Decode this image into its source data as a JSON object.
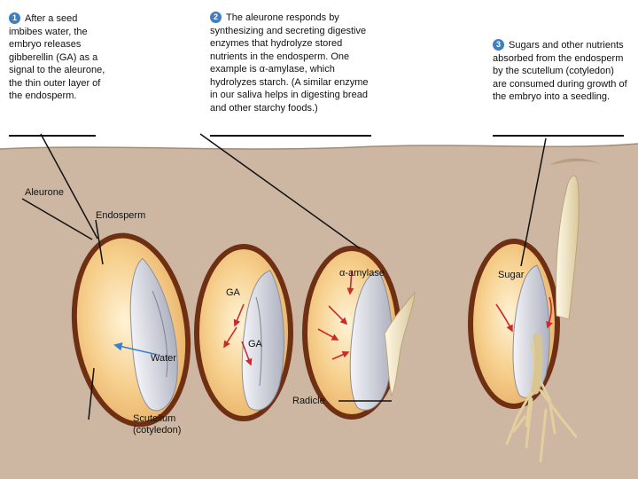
{
  "callouts": [
    {
      "number": "1",
      "text": "After a seed imbibes water, the embryo releases gibberellin (GA) as a signal to the aleurone, the thin outer layer of the endosperm."
    },
    {
      "number": "2",
      "text": "The aleurone responds by synthesizing and secreting digestive enzymes that hydrolyze stored nutrients in the endosperm. One example is α-amylase, which hydrolyzes starch. (A similar enzyme in our saliva helps in digesting bread and other starchy foods.)"
    },
    {
      "number": "3",
      "text": "Sugars and other nutrients absorbed from the endosperm by the scutellum (cotyledon) are consumed during growth of the embryo into a seedling."
    }
  ],
  "labels": {
    "aleurone": "Aleurone",
    "endosperm": "Endosperm",
    "water": "Water",
    "scutellum": "Scutellum (cotyledon)",
    "ga_1": "GA",
    "ga_2": "GA",
    "amylase": "α-amylase",
    "radicle": "Radicle",
    "sugar": "Sugar"
  },
  "colors": {
    "soil": "#cdb7a2",
    "seed_coat": "#6e2f12",
    "endosperm": "#f6cf8c",
    "embryo": "#c9ccd7",
    "arrow": "#cc2a2a",
    "step_circle": "#3f7fbf",
    "seedling": "#efe2bf"
  }
}
